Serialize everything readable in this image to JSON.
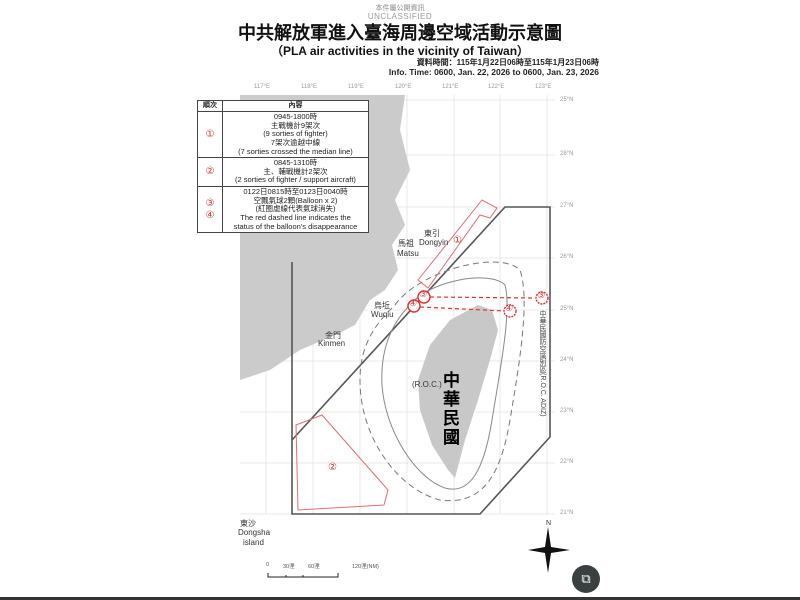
{
  "header": {
    "classification_zh": "本件屬公開資訊",
    "classification_en": "UNCLASSIFIED",
    "title_zh": "中共解放軍進入臺海周邊空域活動示意圖",
    "title_en": "（PLA air activities in the vicinity of Taiwan）",
    "info_time_zh": "資料時間：115年1月22日06時至115年1月23日06時",
    "info_time_en": "Info. Time: 0600, Jan. 22, 2026 to 0600, Jan. 23, 2026"
  },
  "map": {
    "longitudes": [
      "117°E",
      "118°E",
      "119°E",
      "120°E",
      "121°E",
      "122°E",
      "123°E"
    ],
    "latitudes": [
      "28°N",
      "27°N",
      "26°N",
      "25°N",
      "24°N",
      "23°N",
      "22°N",
      "21°N"
    ],
    "top_lat": "25°N",
    "places": {
      "dongyin_zh": "東引",
      "dongyin_en": "Dongyin",
      "matsu_zh": "馬祖",
      "matsu_en": "Matsu",
      "wuqiu_zh": "烏坵",
      "wuqiu_en": "Wuqiu",
      "kinmen_zh": "金門",
      "kinmen_en": "Kinmen",
      "taiwan_zh": "中華民國",
      "taiwan_en": "(R.O.C.)",
      "dongsha_zh": "東沙",
      "dongsha_en1": "Dongsha",
      "dongsha_en2": "island"
    },
    "adiz_label": "中華民國防空識別區(R.O.C. ADIZ)",
    "markers": [
      "①",
      "②",
      "③",
      "④"
    ],
    "scale": {
      "labels": [
        "0",
        "30浬",
        "60浬",
        "120浬(NM)"
      ]
    },
    "north": "N",
    "colors": {
      "activity": "#e03030",
      "adiz": "#555555",
      "land": "#c8c8c8",
      "grid": "#dddddd"
    }
  },
  "legend_table": {
    "headers": [
      "順次",
      "內容"
    ],
    "rows": [
      {
        "num": "①",
        "lines": [
          "0945-1800時",
          "主戰機計9架次",
          "(9 sorties of fighter)",
          "7架次逾越中線",
          "(7 sorties crossed the median line)"
        ]
      },
      {
        "num": "②",
        "lines": [
          "0845-1310時",
          "主、輔戰機計2架次",
          "(2 sorties of fighter / support aircraft)"
        ]
      },
      {
        "num": "③\n④",
        "lines": [
          "0122日0815時至0123日0040時",
          "空飄氣球2顆(Balloon x 2)",
          "(紅圈虛線代表氣球消失)",
          "The red dashed line indicates the",
          "status of the balloon's disappearance"
        ]
      }
    ]
  },
  "fab": {
    "icon": "image-search-icon",
    "glyph": "⧉"
  }
}
